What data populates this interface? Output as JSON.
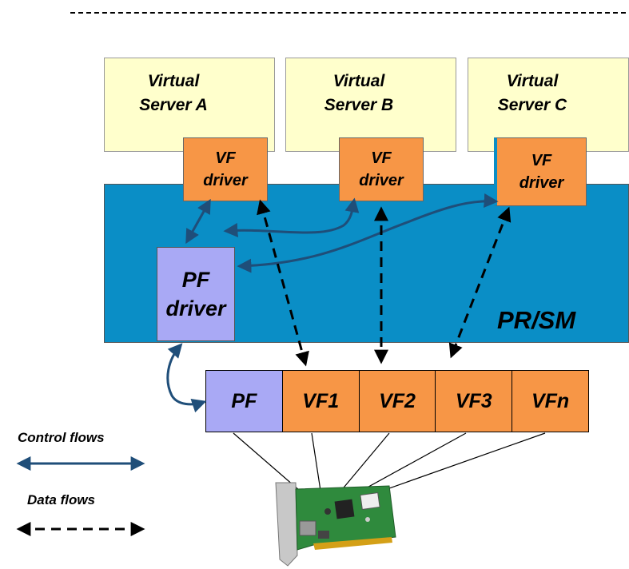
{
  "servers": [
    {
      "line1": "Virtual",
      "line2": "Server A"
    },
    {
      "line1": "Virtual",
      "line2": "Server B"
    },
    {
      "line1": "Virtual",
      "line2": "Server C"
    }
  ],
  "vf_driver": {
    "line1": "VF",
    "line2": "driver"
  },
  "pf_driver": {
    "line1": "PF",
    "line2": "driver"
  },
  "hypervisor_label": "PR/SM",
  "functions": [
    "PF",
    "VF1",
    "VF2",
    "VF3",
    "VFn"
  ],
  "legend": {
    "control": "Control flows",
    "data": "Data flows"
  },
  "colors": {
    "server_fill": "#ffffcc",
    "hypervisor_fill": "#0a8ec6",
    "vf_fill": "#f79646",
    "pf_fill": "#a9a9f5",
    "control_arrow": "#1f4e79"
  },
  "image": {
    "description_icon": "network-card-icon"
  }
}
